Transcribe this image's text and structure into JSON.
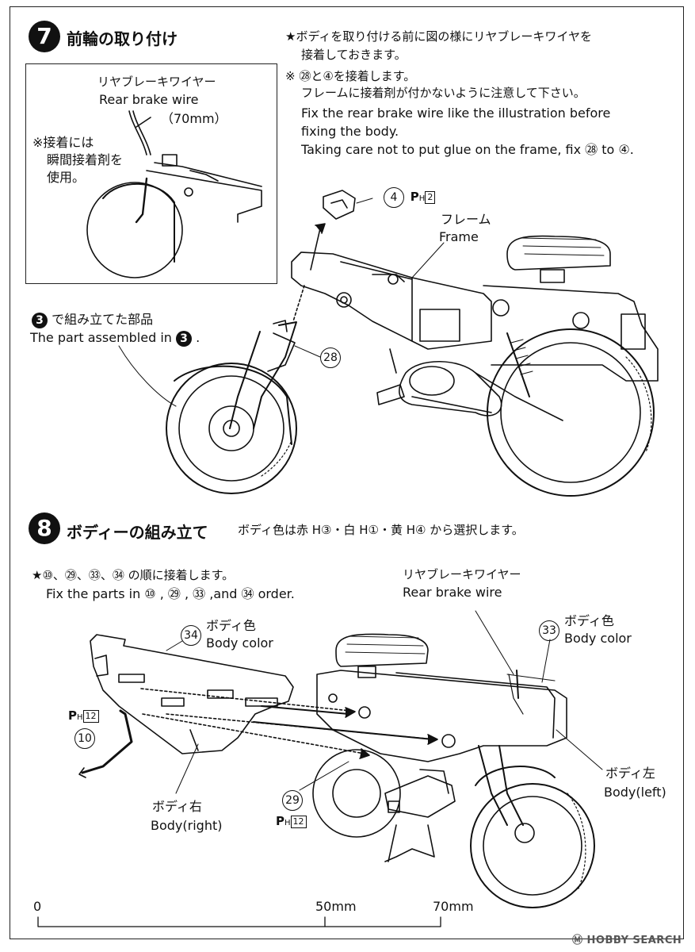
{
  "step7": {
    "number": "7",
    "title": "前輪の取り付け",
    "note_jp_1": "★ボディを取り付ける前に図の様にリヤブレーキワイヤを",
    "note_jp_2": "接着しておきます。",
    "note_jp_3": "※ ㉘と④を接着します。",
    "note_jp_4": "フレームに接着剤が付かないように注意して下さい。",
    "note_en_1": "Fix the rear brake wire like the illustration before",
    "note_en_2": "fixing the body.",
    "note_en_3": "Taking care not to put glue on the frame, fix ㉘ to ④.",
    "inset": {
      "wire_jp": "リヤブレーキワイヤー",
      "wire_en": "Rear brake wire",
      "wire_len": "（70mm）",
      "glue_1": "※接着には",
      "glue_2": "瞬間接着剤を",
      "glue_3": "使用。"
    },
    "part4_num": "4",
    "part4_ph": "P",
    "part4_h": "H",
    "part4_sprue": "2",
    "frame_jp": "フレーム",
    "frame_en": "Frame",
    "assembled_num": "3",
    "assembled_jp": "で組み立てた部品",
    "assembled_en": "The part assembled in",
    "assembled_num2": "3",
    "part28": "28"
  },
  "step8": {
    "number": "8",
    "title": "ボディーの組み立て",
    "color_note": "ボディ色は赤 H③・白 H①・黄 H④ から選択します。",
    "order_jp": "★⑩、㉙、㉝、㉞ の順に接着します。",
    "order_en": "Fix the parts in ⑩ , ㉙ , ㉝ ,and ㉞ order.",
    "wire_jp": "リヤブレーキワイヤー",
    "wire_en": "Rear brake wire",
    "part34": "34",
    "part34_jp": "ボディ色",
    "part34_en": "Body color",
    "part33": "33",
    "part33_jp": "ボディ色",
    "part33_en": "Body color",
    "ph12a_p": "P",
    "ph12a_h": "H",
    "ph12a_sprue": "12",
    "part10": "10",
    "body_right_jp": "ボディ右",
    "body_right_en": "Body(right)",
    "part29": "29",
    "ph12b_p": "P",
    "ph12b_h": "H",
    "ph12b_sprue": "12",
    "body_left_jp": "ボディ左",
    "body_left_en": "Body(left)"
  },
  "scale": {
    "zero": "0",
    "mid": "50mm",
    "end": "70mm"
  },
  "watermark": "Ⓜ HOBBY SEARCH"
}
